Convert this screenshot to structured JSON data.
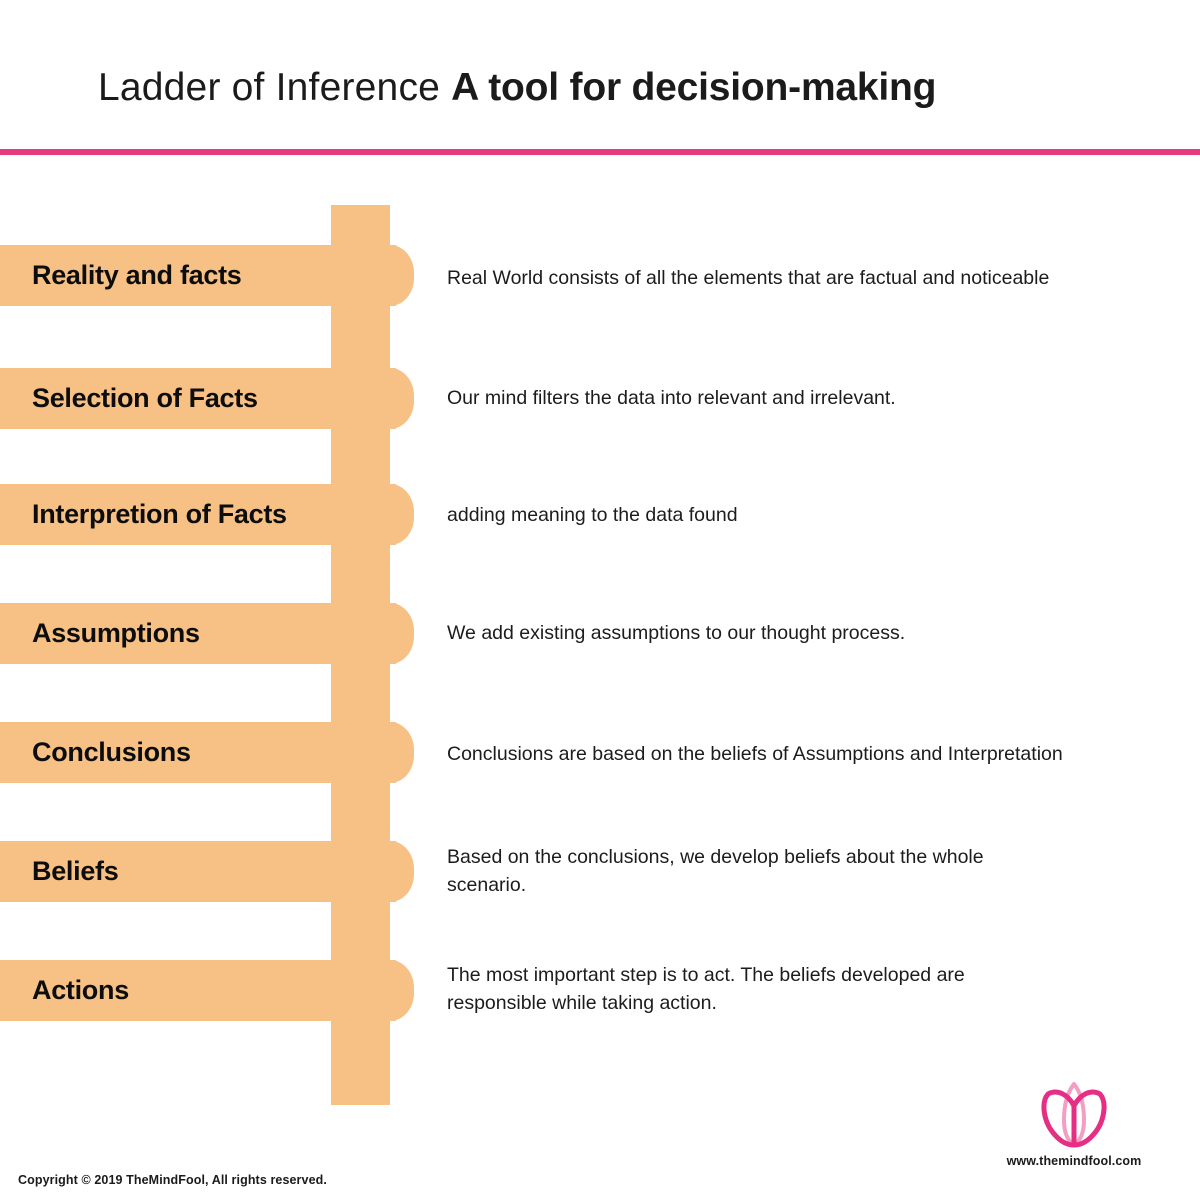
{
  "header": {
    "title_light": "Ladder of Inference ",
    "title_bold": "A tool for decision-making",
    "divider_color": "#e6397f"
  },
  "theme": {
    "rung_color": "#f7c185",
    "accent_pink": "#e6397f",
    "text_color": "#1c1c1c",
    "background": "#ffffff"
  },
  "ladder": {
    "rungs": [
      {
        "label": "Reality and facts",
        "description": "Real World consists of all the elements that are factual and noticeable"
      },
      {
        "label": "Selection of Facts",
        "description": "Our mind filters the data into relevant and irrelevant."
      },
      {
        "label": "Interpretion of Facts",
        "description": "adding meaning to the data found"
      },
      {
        "label": "Assumptions",
        "description": "We add existing assumptions to our thought process."
      },
      {
        "label": "Conclusions",
        "description": "Conclusions are based on the beliefs of Assumptions and Interpretation"
      },
      {
        "label": "Beliefs",
        "description": "Based on the conclusions, we develop beliefs about the whole scenario."
      },
      {
        "label": "Actions",
        "description": "The most important step is to act. The beliefs developed are responsible while taking action."
      }
    ]
  },
  "footer": {
    "copyright": "Copyright © 2019 TheMindFool, All rights reserved.",
    "site_url": "www.themindfool.com",
    "logo_name": "lotus-flower-logo"
  }
}
